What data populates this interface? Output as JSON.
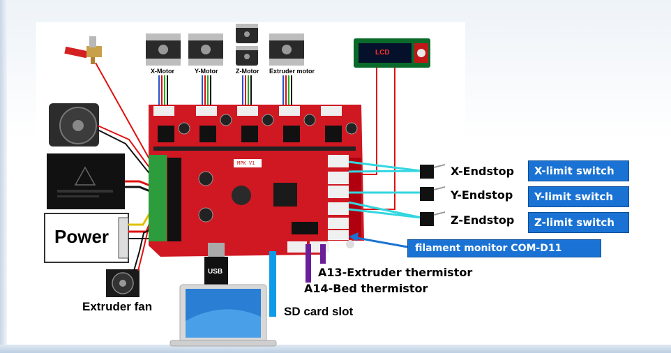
{
  "motors": [
    {
      "label": "X-Motor"
    },
    {
      "label": "Y-Motor"
    },
    {
      "label": "Z-Motor"
    },
    {
      "label": "Extruder motor"
    }
  ],
  "lcd": {
    "label": "LCD"
  },
  "board": {
    "label": "MPK V1"
  },
  "power": {
    "label": "Power"
  },
  "usb": {
    "label": "USB"
  },
  "endstops": [
    {
      "name": "X-Endstop",
      "switch": "X-limit switch"
    },
    {
      "name": "Y-Endstop",
      "switch": "Y-limit switch"
    },
    {
      "name": "Z-Endstop",
      "switch": "Z-limit switch"
    }
  ],
  "filament": {
    "label": "filament monitor COM-D11"
  },
  "thermistors": {
    "extruder": "A13-Extruder thermistor",
    "bed": "A14-Bed thermistor"
  },
  "sd_card": {
    "label": "SD card slot"
  },
  "extruder_fan": {
    "label": "Extruder fan"
  },
  "colors": {
    "board": "#d01822",
    "label_box": "#1a73d4",
    "endstop_wire": "#33d6e0",
    "wire_red": "#e01010",
    "thermistor_wire": "#6a1f9a",
    "sd_wire": "#0f9be8"
  }
}
